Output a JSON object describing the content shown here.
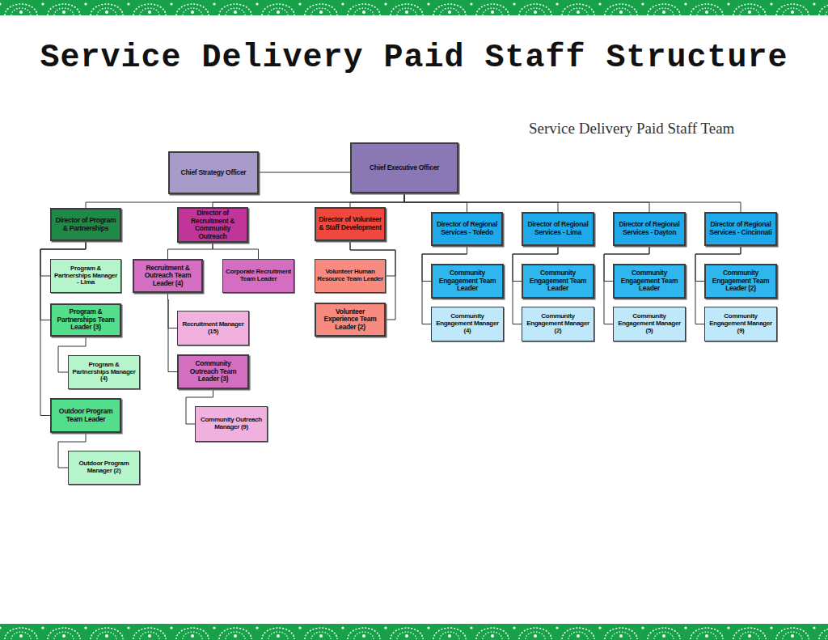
{
  "diagram": {
    "title": "Service Delivery Paid Staff Structure",
    "nodes": [
      {
        "text": [
          "Chief Strategy Officer"
        ]
      },
      {
        "text": [
          "Chief Executive Officer"
        ]
      },
      {
        "text": [
          "Director of Program & Partnerships"
        ]
      },
      {
        "text": [
          "Program & Partnerships Manager - Lima"
        ]
      },
      {
        "text": [
          "Program & Partnerships Team Leader (3)"
        ]
      },
      {
        "text": [
          "Program & Partnerships Manager (4)"
        ]
      },
      {
        "text": [
          "Outdoor Program Team Leader"
        ]
      },
      {
        "text": [
          "Outdoor Program Manager (2)"
        ]
      },
      {
        "text": [
          "Director of Recruitment & Community Outreach"
        ]
      },
      {
        "text": [
          "Recruitment & Outreach Team Leader (4)"
        ]
      },
      {
        "text": [
          "Corporate Recruitment Team Leader"
        ]
      },
      {
        "text": [
          "Recruitment Manager (15)"
        ]
      },
      {
        "text": [
          "Community Outreach Team Leader (3)"
        ]
      },
      {
        "text": [
          "Community Outreach Manager (9)"
        ]
      },
      {
        "text": [
          "Director of Volunteer & Staff Development"
        ]
      },
      {
        "text": [
          "Volunteer Human Resource Team Leader"
        ]
      },
      {
        "text": [
          "Volunteer Experience Team Leader (2)"
        ]
      },
      {
        "text": [
          "Director of Regional Services - Toledo"
        ]
      },
      {
        "text": [
          "Community Engagement Team Leader"
        ]
      },
      {
        "text": [
          "Community Engagement Manager (4)"
        ]
      },
      {
        "text": [
          "Director of Regional Services - Lima"
        ]
      },
      {
        "text": [
          "Community Engagement Team Leader"
        ]
      },
      {
        "text": [
          "Community Engagement Manager (2)"
        ]
      },
      {
        "text": [
          "Director of Regional Services - Dayton"
        ]
      },
      {
        "text": [
          "Community Engagement Team Leader"
        ]
      },
      {
        "text": [
          "Community Engagement Manager (5)"
        ]
      },
      {
        "text": [
          "Director of Regional Services - Cincinnati"
        ]
      },
      {
        "text": [
          "Community Engagement Team Leader (2)"
        ]
      },
      {
        "text": [
          "Community Engagement Manager (9)"
        ]
      }
    ],
    "edges": [
      {
        "from": 0,
        "to": 1,
        "arrow": "none"
      },
      {
        "from": 1,
        "to": 2,
        "arrow": "none"
      },
      {
        "from": 1,
        "to": 8,
        "arrow": "none"
      },
      {
        "from": 1,
        "to": 14,
        "arrow": "none"
      },
      {
        "from": 1,
        "to": 17,
        "arrow": "none"
      },
      {
        "from": 1,
        "to": 20,
        "arrow": "none"
      },
      {
        "from": 1,
        "to": 23,
        "arrow": "none"
      },
      {
        "from": 1,
        "to": 26,
        "arrow": "none"
      },
      {
        "from": 2,
        "to": 3,
        "arrow": "none"
      },
      {
        "from": 2,
        "to": 4,
        "arrow": "none"
      },
      {
        "from": 2,
        "to": 6,
        "arrow": "none"
      },
      {
        "from": 4,
        "to": 5,
        "arrow": "none"
      },
      {
        "from": 6,
        "to": 7,
        "arrow": "none"
      },
      {
        "from": 8,
        "to": 9,
        "arrow": "none"
      },
      {
        "from": 8,
        "to": 10,
        "arrow": "none"
      },
      {
        "from": 9,
        "to": 11,
        "arrow": "none"
      },
      {
        "from": 9,
        "to": 12,
        "arrow": "none"
      },
      {
        "from": 12,
        "to": 13,
        "arrow": "none"
      },
      {
        "from": 14,
        "to": 15,
        "arrow": "none"
      },
      {
        "from": 14,
        "to": 16,
        "arrow": "none"
      },
      {
        "from": 17,
        "to": 18,
        "arrow": "none"
      },
      {
        "from": 17,
        "to": 19,
        "arrow": "none"
      },
      {
        "from": 20,
        "to": 21,
        "arrow": "none"
      },
      {
        "from": 20,
        "to": 22,
        "arrow": "none"
      },
      {
        "from": 23,
        "to": 24,
        "arrow": "none"
      },
      {
        "from": 23,
        "to": 25,
        "arrow": "none"
      },
      {
        "from": 26,
        "to": 27,
        "arrow": "none"
      },
      {
        "from": 26,
        "to": 28,
        "arrow": "none"
      }
    ],
    "labels": [
      "Service Delivery Paid Staff Team"
    ]
  }
}
